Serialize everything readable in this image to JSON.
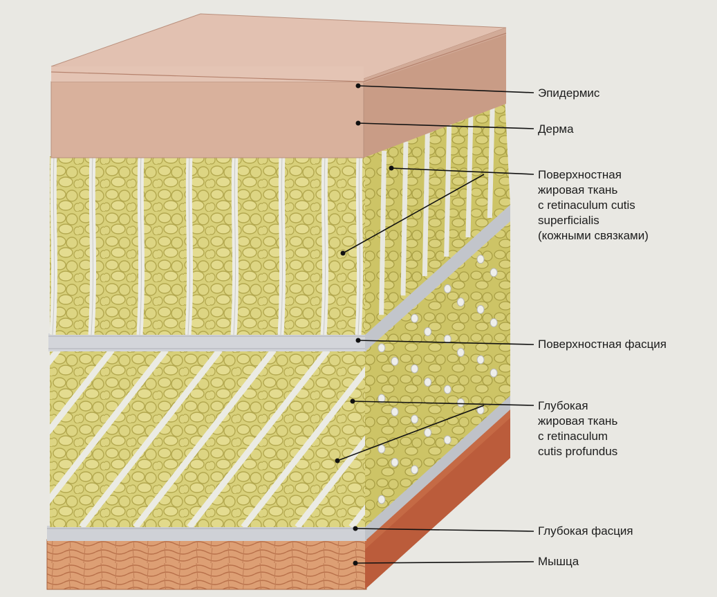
{
  "labels": {
    "epidermis": "Эпидермис",
    "dermis": "Дерма",
    "superficial_fat": "Поверхностная\nжировая ткань\nс retinaculum cutis\nsuperficialis\n(кожными связками)",
    "superficial_fascia": "Поверхностная фасция",
    "deep_fat": "Глубокая\nжировая ткань\nс retinaculum\ncutis profundus",
    "deep_fascia": "Глубокая фасция",
    "muscle": "Мышца"
  },
  "colors": {
    "background": "#e9e8e3",
    "epidermis": "#e3c1b0",
    "dermis": "#d6ad97",
    "fat": "#d6cf76",
    "fat_dark": "#b8ae52",
    "septa": "#e6e6df",
    "fascia": "#c9cbd0",
    "muscle": "#d99a6e",
    "muscle_side": "#b95a3a",
    "leader": "#111111"
  }
}
